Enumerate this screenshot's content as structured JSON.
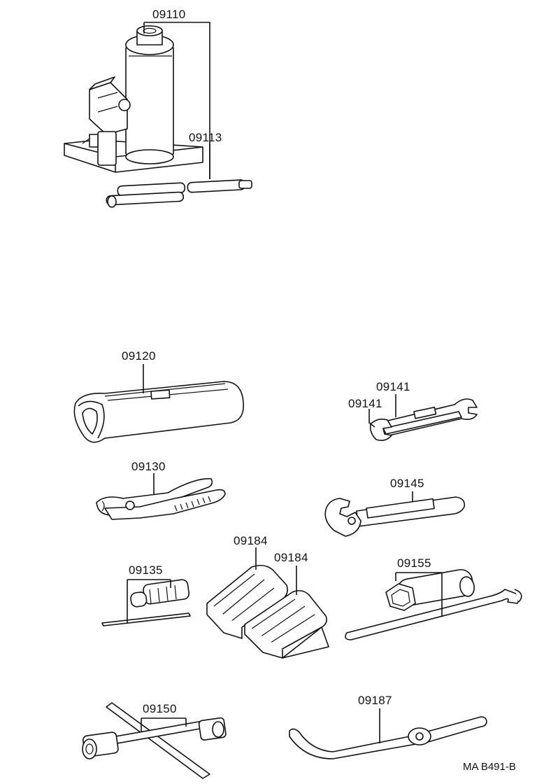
{
  "diagram_code": "MA B491-B",
  "parts": [
    {
      "id": "jack",
      "label": "09110"
    },
    {
      "id": "jack-handle",
      "label": "09113"
    },
    {
      "id": "tool-bag",
      "label": "09120"
    },
    {
      "id": "pliers",
      "label": "09130"
    },
    {
      "id": "screwdriver",
      "label": "09135"
    },
    {
      "id": "wrench-a",
      "label": "09141"
    },
    {
      "id": "wrench-b",
      "label": "09141"
    },
    {
      "id": "adjustable-wrench",
      "label": "09145"
    },
    {
      "id": "lug-wrench",
      "label": "09150"
    },
    {
      "id": "socket-wrench",
      "label": "09155"
    },
    {
      "id": "wheel-chock-a",
      "label": "09184"
    },
    {
      "id": "wheel-chock-b",
      "label": "09184"
    },
    {
      "id": "hub-nut-wrench",
      "label": "09187"
    }
  ]
}
